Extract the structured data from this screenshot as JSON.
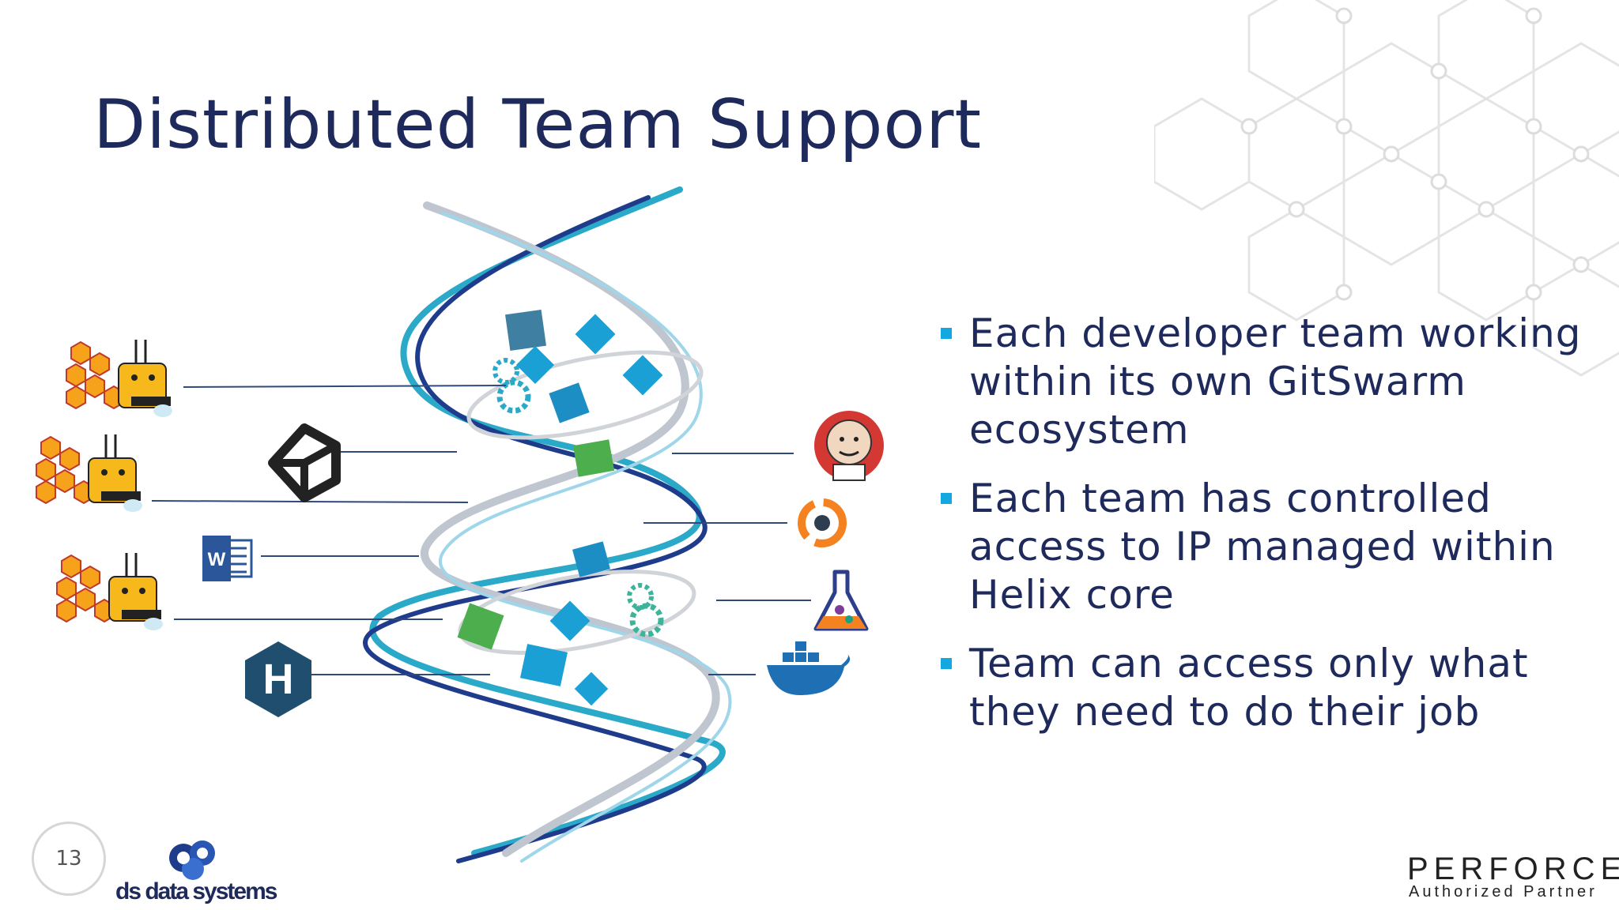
{
  "slide": {
    "title": "Distributed Team Support",
    "page_number": "13"
  },
  "bullets": [
    {
      "text": "Each developer team working within its own GitSwarm ecosystem"
    },
    {
      "text": "Each team has controlled access to IP managed within Helix core"
    },
    {
      "text": "Team can access only what they need to do their job"
    }
  ],
  "diagram": {
    "left_icons": [
      "gitswarm-bee-icon",
      "unity-icon",
      "gitswarm-bee-icon",
      "word-icon",
      "gitswarm-bee-icon",
      "helix-icon"
    ],
    "right_icons": [
      "jenkins-icon",
      "circle-ci-icon",
      "flask-icon",
      "docker-icon"
    ],
    "word_letter": "W",
    "helix_letter": "H"
  },
  "branding": {
    "ds_text": "ds data systems",
    "perforce_name": "PERFORCE",
    "perforce_tag": "Authorized Partner"
  },
  "colors": {
    "title": "#1f2a5c",
    "bullet_marker": "#15a7e0",
    "helix_teal": "#2aa9c9",
    "helix_navy": "#1f3c8c"
  }
}
